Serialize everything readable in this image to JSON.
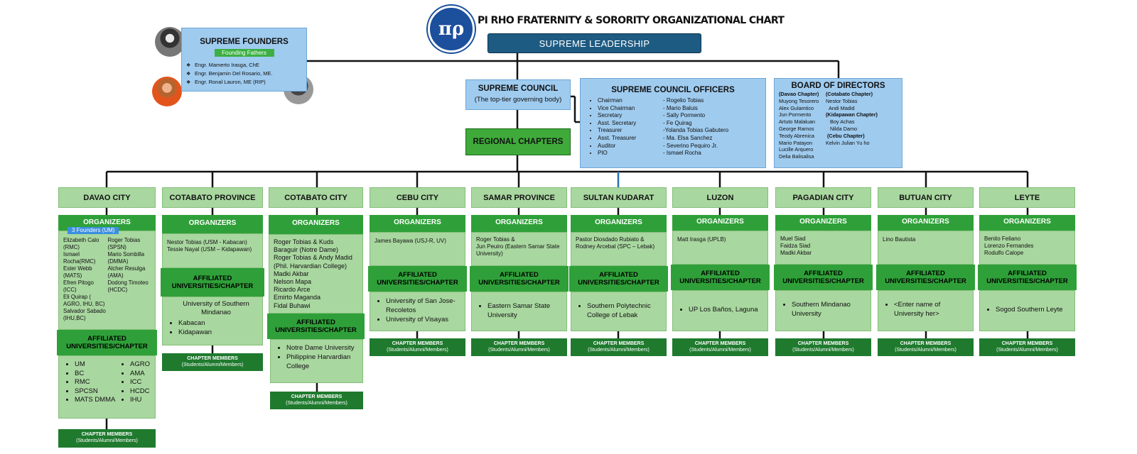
{
  "title": "PI RHO FRATERNITY & SORORITY ORGANIZATIONAL CHART",
  "logo_text": "πρ",
  "supreme_leadership": "SUPREME LEADERSHIP",
  "founders": {
    "heading": "SUPREME FOUNDERS",
    "tag": "Founding Fathers",
    "names": [
      "Engr. Mamerto Irasga, ChE",
      "Engr. Benjamin Del Rosario, ME.",
      "Engr. Ronal Lauron, ME (RIP)"
    ]
  },
  "council": {
    "heading": "SUPREME COUNCIL",
    "sub": "(The top-tier governing body)"
  },
  "regional": "REGIONAL CHAPTERS",
  "officers": {
    "heading": "SUPREME COUNCIL OFFICERS",
    "roles": [
      "Chairman",
      "Vice Chairman",
      "Secretary",
      "Asst. Secretary",
      "Treasurer",
      "Asst. Treasurer",
      "Auditor",
      "PIO"
    ],
    "names": [
      "- Rogelio Tobias",
      "- Mario Baluis",
      "- Sally Pormento",
      "- Fe Quirag",
      "-Yolanda Tobias Gabutero",
      "- Ma. Elsa Sanchez",
      "- Severino Pequiro Jr.",
      "- Ismael Rocha"
    ]
  },
  "board": {
    "heading": "BOARD OF DIRECTORS",
    "col1_head": "(Davao Chapter)",
    "col1": [
      "Muyong Tesorero",
      "Alex Gulamtico",
      "Jun Pormento",
      "Artuto Malaluan",
      "George Ramos",
      "Teody Abrenica",
      "Mario Patayon",
      "Lucille Arquero",
      "Delia Balisalisa"
    ],
    "col2_head": "(Cotabato Chapter)",
    "col2_a": [
      "Nestor Tobias",
      "Andi Madid"
    ],
    "col2_head2": "(Kidapawan Chapter)",
    "col2_b": [
      "Boy Achas",
      "Nilda Damo"
    ],
    "col2_head3": "(Cebu Chapter)",
    "col2_c": [
      "Kelvin Julian Yu ho"
    ]
  },
  "labels": {
    "organizers": "ORGANIZERS",
    "affiliated": "AFFILIATED UNIVERSITIES/CHAPTER",
    "cm_title": "CHAPTER MEMBERS",
    "cm_sub": "(Students/Alumni/Members)",
    "founders_um": "3 Founders (UM)"
  },
  "davao": {
    "name": "DAVAO CITY",
    "col1": [
      "Elizabeth Calo (RMC)",
      "Ismael Rocha(RMC)",
      "Ester Webb (MATS)",
      "Efren Pitogo (ICC)",
      "Eli Quirap ( AGRO, IHU, BC)",
      "Salvador Sabado (IHU,BC)"
    ],
    "col2": [
      "Roger Tobias (SPSN)",
      "Mario Sombilla (DMMA)",
      "Alcher Resulga (AMA)",
      "Dodong Timoteo (HCDC)"
    ],
    "aff1": [
      "UM",
      "BC",
      "RMC",
      "SPCSN",
      "MATS DMMA"
    ],
    "aff2": [
      "AGRO",
      "AMA",
      "ICC",
      "HCDC",
      "IHU"
    ]
  },
  "cotprov": {
    "name": "COTABATO PROVINCE",
    "organizers": [
      "Nestor Tobias (USM - Kabacan)",
      "Tessie Nayal (USM – Kidapawan)"
    ],
    "aff_title": "University of Southern Mindanao",
    "aff": [
      "Kabacan",
      "Kidapawan"
    ]
  },
  "cotcity": {
    "name": "COTABATO CITY",
    "organizers": [
      "Roger Tobias & Kuds Baraguir (Notre Dame)",
      "Roger Tobias & Andy Madid (Phil. Harvardian College)",
      "Madki Akbar",
      "Nelson Mapa",
      "Ricardo Arce",
      "Emirto Maganda",
      "Fidal Buhawi"
    ],
    "aff": [
      "Notre Dame University",
      "Philippine Harvardian College"
    ]
  },
  "chapters": [
    {
      "name": "CEBU CITY",
      "organizers": [
        "James Bayawa (USJ-R, UV)"
      ],
      "aff": [
        "University of San Jose-Recoletos",
        "University of Visayas"
      ]
    },
    {
      "name": "SAMAR PROVINCE",
      "organizers": [
        "Roger Tobias &",
        "Jun Peuiro (Eastern Samar State University)"
      ],
      "aff": [
        "Eastern Samar State University"
      ]
    },
    {
      "name": "SULTAN KUDARAT",
      "organizers": [
        "Pastor Diosdado Rubiato &",
        "Rodney Arcebal (SPC – Lebak)"
      ],
      "aff": [
        "Southern Polytechnic College of Lebak"
      ]
    },
    {
      "name": "LUZON",
      "organizers": [
        "Matt Irasga (UPLB)"
      ],
      "aff": [
        "UP Los Baños, Laguna"
      ]
    },
    {
      "name": "PAGADIAN CITY",
      "organizers": [
        "Muel Siad",
        "Faidza Siad",
        "Madki Akbar"
      ],
      "aff": [
        "Southern Mindanao University"
      ]
    },
    {
      "name": "BUTUAN CITY",
      "organizers": [
        "Lino Bautista"
      ],
      "aff": [
        "<Enter name of University her>"
      ]
    },
    {
      "name": "LEYTE",
      "organizers": [
        "Benito Feliano",
        "Lorenzo Fernandes",
        "Rodulfo Calope"
      ],
      "aff": [
        "Sogod Southern Leyte"
      ]
    }
  ],
  "colors": {
    "blue_box": "#9fcbef",
    "dark_blue": "#1e5b82",
    "green": "#2fa039",
    "light_green": "#a9d7a0",
    "dark_green": "#1f7a2e"
  }
}
